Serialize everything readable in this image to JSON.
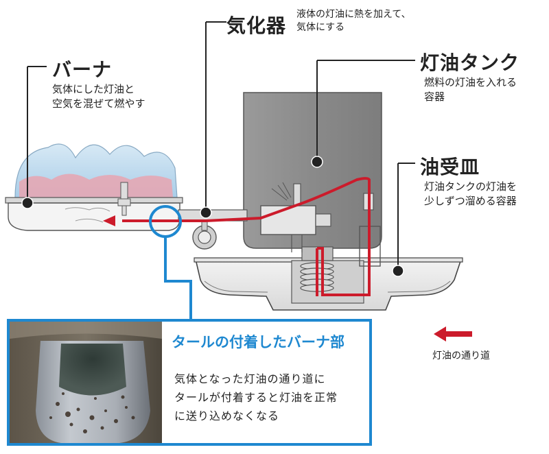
{
  "labels": {
    "vaporizer": {
      "title": "気化器",
      "desc": [
        "液体の灯油に熱を加えて、",
        "気体にする"
      ]
    },
    "burner": {
      "title": "バーナ",
      "desc": [
        "気体にした灯油と",
        "空気を混ぜて燃やす"
      ]
    },
    "tank": {
      "title": "灯油タンク",
      "desc": [
        "燃料の灯油を入れる",
        "容器"
      ]
    },
    "tray": {
      "title": "油受皿",
      "desc": [
        "灯油タンクの灯油を",
        "少しずつ溜める容器"
      ]
    }
  },
  "legend": {
    "label": "灯油の通り道"
  },
  "callout": {
    "title": "タールの付着したバーナ部",
    "body": [
      "気体となった灯油の通り道に",
      "タールが付着すると灯油を正常",
      "に送り込めなくなる"
    ]
  },
  "colors": {
    "accent_blue": "#1e88d0",
    "oil_path_red": "#cc1b2b",
    "tank_gray": "#8e8e8e"
  }
}
